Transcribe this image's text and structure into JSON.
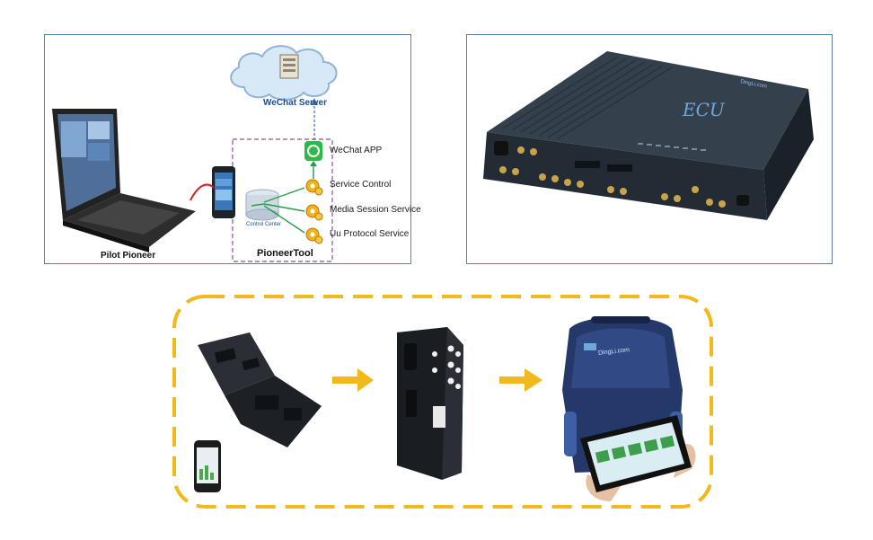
{
  "architecture": {
    "cloud_label": "WeChat Server",
    "app_label": "WeChat APP",
    "services": [
      "Service Control",
      "Media Session Service",
      "Uu Protocol Service"
    ],
    "control_center_label": "Control Center",
    "tool_label": "PioneerTool",
    "laptop_label": "Pilot Pioneer"
  },
  "device": {
    "brand": "DingLi.com"
  },
  "workflow": {
    "backpack_brand": "DingLi.com"
  },
  "colors": {
    "panel_border": "#5b7fb5",
    "tool_box_border": "#8a4fa8",
    "arrow_green": "#2a9d4a",
    "cable_red": "#d42020",
    "dash_yellow": "#f2b81c",
    "cloud_fill": "#d7e8f7",
    "device_dark": "#2b3540"
  }
}
